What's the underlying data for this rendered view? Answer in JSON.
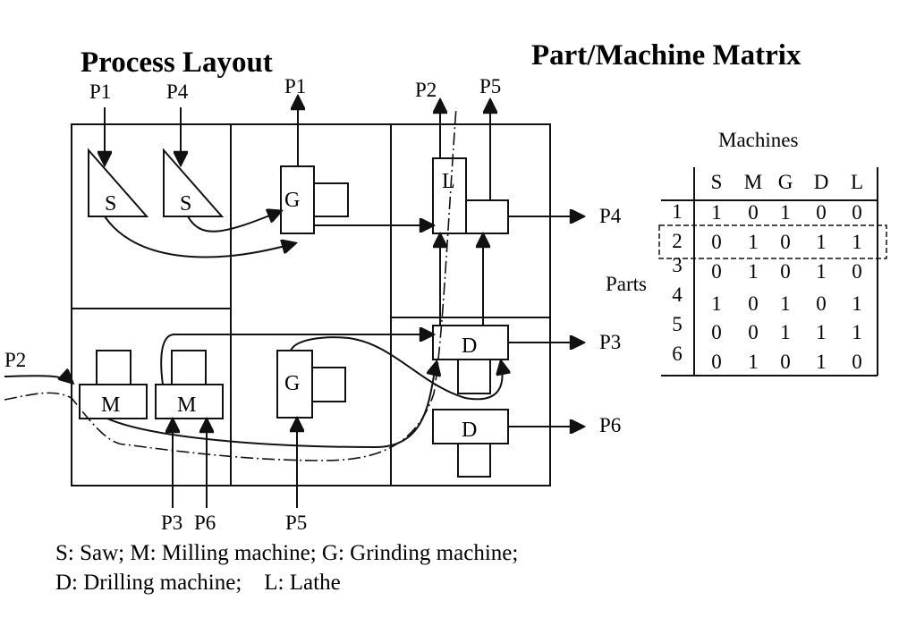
{
  "layout": {
    "title": "Process Layout",
    "flow_labels": {
      "in_p1": "P1",
      "in_p4": "P4",
      "out_p1": "P1",
      "out_p2": "P2",
      "out_p5": "P5",
      "out_p4": "P4",
      "out_p3": "P3",
      "out_p6": "P6",
      "in_p2": "P2",
      "in_p3": "P3",
      "in_p6": "P6",
      "in_p5": "P5"
    },
    "machines": {
      "saw1": "S",
      "saw2": "S",
      "grind1": "G",
      "lathe": "L",
      "mill1": "M",
      "mill2": "M",
      "grind2": "G",
      "drill1": "D",
      "drill2": "D"
    },
    "legend_line1": "S: Saw; M: Milling machine; G: Grinding machine;",
    "legend_line2": "D: Drilling machine;    L: Lathe"
  },
  "matrix": {
    "title": "Part/Machine Matrix",
    "column_group_label": "Machines",
    "row_group_label": "Parts",
    "columns": [
      "S",
      "M",
      "G",
      "D",
      "L"
    ],
    "rows": [
      {
        "part": "1",
        "values": [
          "1",
          "0",
          "1",
          "0",
          "0"
        ]
      },
      {
        "part": "2",
        "values": [
          "0",
          "1",
          "0",
          "1",
          "1"
        ],
        "highlighted": true
      },
      {
        "part": "3",
        "values": [
          "0",
          "1",
          "0",
          "1",
          "0"
        ]
      },
      {
        "part": "4",
        "values": [
          "1",
          "0",
          "1",
          "0",
          "1"
        ]
      },
      {
        "part": "5",
        "values": [
          "0",
          "0",
          "1",
          "1",
          "1"
        ]
      },
      {
        "part": "6",
        "values": [
          "0",
          "1",
          "0",
          "1",
          "0"
        ]
      }
    ]
  }
}
